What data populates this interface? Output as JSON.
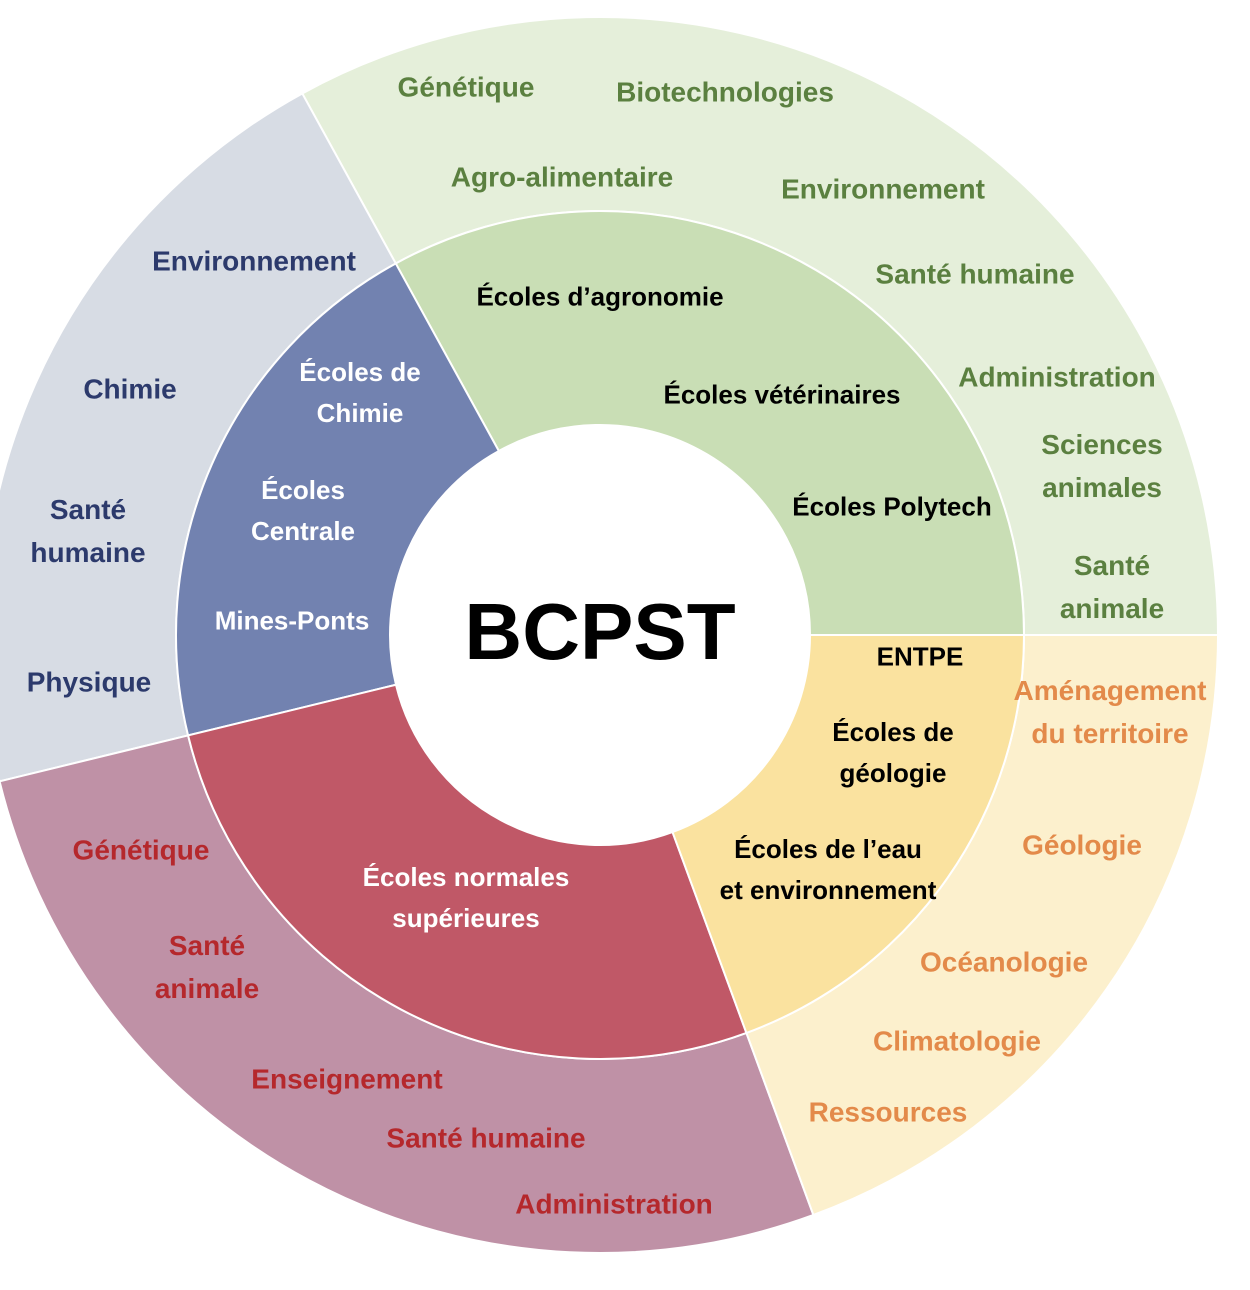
{
  "center_title": "BCPST",
  "colors": {
    "green_inner": "#c9deb5",
    "green_outer": "#e5efda",
    "blue_inner": "#7282b0",
    "blue_outer": "#d7dce4",
    "red_inner": "#c05867",
    "red_outer": "#bf91a6",
    "yellow_inner": "#fae29f",
    "yellow_outer": "#fcf0cd"
  },
  "green": {
    "schools": [
      "Écoles d’agronomie",
      "Écoles vétérinaires",
      "Écoles Polytech"
    ],
    "fields": [
      "Génétique",
      "Biotechnologies",
      "Agro-alimentaire",
      "Environnement",
      "Santé humaine",
      "Administration",
      "Sciences\nanimales",
      "Santé\nanimale"
    ]
  },
  "blue": {
    "schools": [
      "Écoles de\nChimie",
      "Écoles\nCentrale",
      "Mines-Ponts"
    ],
    "fields": [
      "Environnement",
      "Chimie",
      "Santé\nhumaine",
      "Physique"
    ]
  },
  "yellow": {
    "schools": [
      "ENTPE",
      "Écoles de\ngéologie",
      "Écoles de l’eau\net environnement"
    ],
    "fields": [
      "Aménagement\ndu territoire",
      "Géologie",
      "Océanologie",
      "Climatologie",
      "Ressources"
    ]
  },
  "red": {
    "schools": [
      "Écoles normales\nsupérieures"
    ],
    "fields": [
      "Génétique",
      "Santé\nanimale",
      "Enseignement",
      "Santé humaine",
      "Administration"
    ]
  }
}
